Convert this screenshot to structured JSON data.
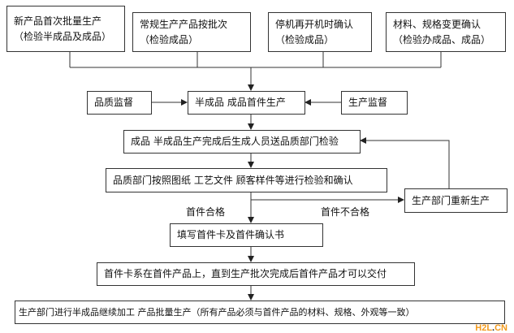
{
  "top_triggers": [
    {
      "line1": "新产品首次批量生产",
      "line2": "（检验半成品及成品）"
    },
    {
      "line1": "常规生产产品按批次",
      "line2": "（检验成品）"
    },
    {
      "line1": "停机再开机时确认",
      "line2": "（检验成品）"
    },
    {
      "line1": "材料、规格变更确认",
      "line2": "（检验办成品、成品）"
    }
  ],
  "quality_supervision": "品质监督",
  "first_piece_production": "半成品 成品首件生产",
  "production_supervision": "生产监督",
  "send_inspection": "成品 半成品生产完成后生成人员送品质部门检验",
  "inspect_confirm": "品质部门按照图纸 工艺文件 顾客样件等进行检验和确认",
  "pass_label": "首件合格",
  "fail_label": "首件不合格",
  "reproduce": "生产部门重新生产",
  "fill_card": "填写首件卡及首件确认书",
  "attach_card": "首件卡系在首件产品上，直到生产批次完成后首件产品才可以交付",
  "mass_production": "生产部门进行半成品继续加工 产品批量生产（所有产品必须与首件产品的材料、规格、外观等一致）",
  "watermark": {
    "main": "H2L",
    "dot": ".",
    "tail": "CN"
  },
  "colors": {
    "line": "#333333",
    "watermark": "#f39a1c"
  }
}
